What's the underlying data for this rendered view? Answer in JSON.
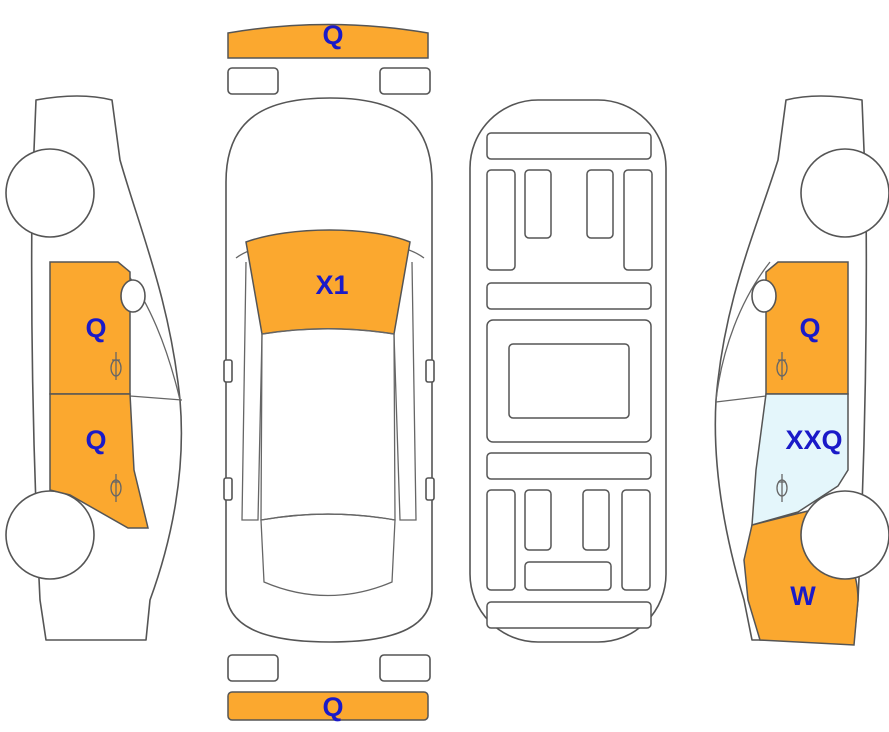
{
  "colors": {
    "damage_q": "#FBA82F",
    "damage_xxq": "#E4F6FB",
    "label": "#1A1AC8",
    "outline": "#555555"
  },
  "labels": {
    "front_bumper": "Q",
    "rear_bumper": "Q",
    "hood": "X1",
    "left_front_door": "Q",
    "left_rear_door": "Q",
    "right_front_door": "Q",
    "right_rear_door": "XXQ",
    "right_rear_quarter": "W"
  }
}
